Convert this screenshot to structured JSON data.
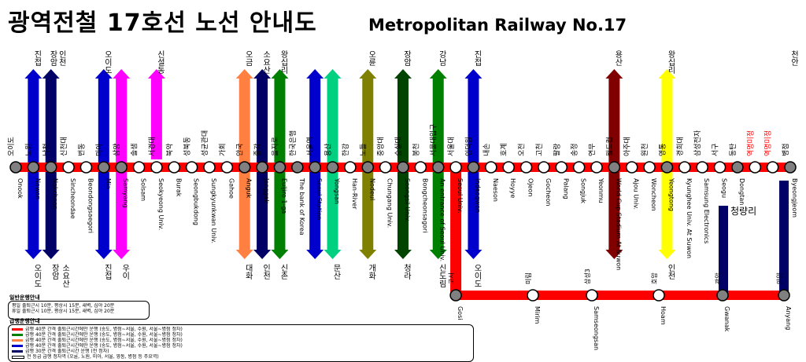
{
  "title": {
    "korean": "광역전철 17호선 노선 안내도",
    "english": "Metropolitan Railway No.17"
  },
  "colors": {
    "main_line": "#ff0000",
    "blue": "#0000cc",
    "navy": "#000066",
    "green": "#008000",
    "dark_green": "#004400",
    "magenta": "#ff00ff",
    "orange": "#ff8040",
    "olive": "#808000",
    "maroon": "#800000",
    "yellow": "#ffff00",
    "mint": "#00d080"
  },
  "top_stations": [
    {
      "ko": "오이도",
      "en": "Onook"
    },
    {
      "ko": "노원",
      "en": "Nowon"
    },
    {
      "ko": "낙천",
      "en": "Nakcheon"
    },
    {
      "ko": "신천대",
      "en": "Sincheondae"
    },
    {
      "ko": "번동",
      "en": "Beondongsaegori"
    },
    {
      "ko": "미아",
      "en": "Mia"
    },
    {
      "ko": "삼양",
      "en": "Samyang"
    },
    {
      "ko": "솔샘",
      "en": "Solsam"
    },
    {
      "ko": "서경대",
      "en": "Seokyeong Univ."
    },
    {
      "ko": "북악",
      "en": "Burak"
    },
    {
      "ko": "성북동",
      "en": "Seongbukdong"
    },
    {
      "ko": "성균관대",
      "en": "Sungkyunkwan Univ."
    },
    {
      "ko": "가회",
      "en": "Gahoe"
    },
    {
      "ko": "안국",
      "en": "Anguk"
    },
    {
      "ko": "종각",
      "en": "Jonggak"
    },
    {
      "ko": "을지로",
      "en": "Euljiro 1-ga"
    },
    {
      "ko": "한국은행",
      "en": "The bank of Korea"
    },
    {
      "ko": "서울역",
      "en": "Seoul Station"
    },
    {
      "ko": "용산",
      "en": "Yongsan"
    },
    {
      "ko": "한강",
      "en": "Han-River"
    },
    {
      "ko": "노들",
      "en": "Nodeul"
    },
    {
      "ko": "중앙대",
      "en": "Chungang Univ."
    },
    {
      "ko": "숭실대",
      "en": "Soongsil Univ."
    },
    {
      "ko": "봉천",
      "en": "Bongcheonsagori"
    },
    {
      "ko": "서울대입구",
      "en": "An entrance of Seoul Univ."
    },
    {
      "ko": "서울대",
      "en": "Seoul Univ."
    },
    {
      "ko": "인덕원",
      "en": "Indeogwon"
    },
    {
      "ko": "내손",
      "en": "Naeson"
    },
    {
      "ko": "호계",
      "en": "Hoyye"
    },
    {
      "ko": "오전",
      "en": "Ojeon"
    },
    {
      "ko": "고천",
      "en": "Gocheon"
    },
    {
      "ko": "팔랑",
      "en": "Palang"
    },
    {
      "ko": "송정",
      "en": "Songjuk"
    },
    {
      "ko": "연무",
      "en": "Yeonmu"
    },
    {
      "ko": "월드컵",
      "en": "World Cup Stadium At Suwon"
    },
    {
      "ko": "아주대",
      "en": "Ajou Univ."
    },
    {
      "ko": "원천",
      "en": "Woncheon"
    },
    {
      "ko": "영통",
      "en": "Yeongtong"
    },
    {
      "ko": "경희대",
      "en": "Kyunghee Univ. At Suwon"
    },
    {
      "ko": "삼성전자",
      "en": "Samsung Electronics"
    },
    {
      "ko": "서구",
      "en": "Seogu"
    },
    {
      "ko": "동탄",
      "en": "Dongtan"
    },
    {
      "ko": "역명미정",
      "en": ""
    },
    {
      "ko": "역명미정",
      "en": ""
    },
    {
      "ko": "병점",
      "en": "Byeongjeom"
    }
  ],
  "branch_stations": [
    {
      "ko": "고시",
      "en": "Gosi"
    },
    {
      "ko": "미림",
      "en": "Mirim"
    },
    {
      "ko": "삼성3",
      "en": "Samseongsan"
    },
    {
      "ko": "호암",
      "en": "Hoam"
    },
    {
      "ko": "관악",
      "en": "Gwanak"
    },
    {
      "ko": "안양",
      "en": "Anyang"
    }
  ],
  "transfer_top_labels": [
    {
      "ko": "진접",
      "sub": ""
    },
    {
      "ko": "장암",
      "sub": ""
    },
    {
      "ko": "인천",
      "sub": ""
    },
    {
      "ko": "오이도",
      "sub": ""
    },
    {
      "ko": "신설동",
      "sub": ""
    },
    {
      "ko": "오금",
      "sub": ""
    },
    {
      "ko": "소요산",
      "sub": ""
    },
    {
      "ko": "왕십리",
      "sub": ""
    },
    {
      "ko": "오륜",
      "sub": ""
    },
    {
      "ko": "장암",
      "sub": ""
    },
    {
      "ko": "강남",
      "sub": ""
    },
    {
      "ko": "진접",
      "sub": ""
    },
    {
      "ko": "용산",
      "sub": ""
    },
    {
      "ko": "왕십리",
      "sub": ""
    },
    {
      "ko": "천안",
      "sub": ""
    }
  ],
  "transfer_bottom_labels": [
    {
      "ko": "오이도"
    },
    {
      "ko": "장암"
    },
    {
      "ko": "소요산"
    },
    {
      "ko": "진접"
    },
    {
      "ko": "우이"
    },
    {
      "ko": "대화"
    },
    {
      "ko": "인천"
    },
    {
      "ko": "신촌"
    },
    {
      "ko": "문산"
    },
    {
      "ko": "개화"
    },
    {
      "ko": "청라"
    },
    {
      "ko": "신도림"
    },
    {
      "ko": "오이도"
    },
    {
      "ko": "인천"
    }
  ],
  "city_label": "청량리",
  "legend_local": {
    "title": "일반운행안내",
    "lines": [
      "평일 출퇴근시 10분, 평상시 15분, 새벽, 심야 20분",
      "휴일 출퇴근시 10분, 평상시 15분, 새벽, 심야 20분"
    ]
  },
  "legend_express": {
    "title": "급행운행안내",
    "lines": [
      "급행 40분 간격 출퇴근시간에만 운행 (송도, 병점~서울, 수원, 서울~병점 정차)",
      "급행 40분 간격 출퇴근시간에만 운행 (송도, 병점~서울, 수원, 서울~병점 정차)",
      "급행 40분 간격 출퇴근시간에만 운행 (송도, 병점~서울, 수원, 서울~병점 정차)",
      "급행 40분 간격 출퇴근시간에만 운행 (송도, 병점~서울, 수원, 서울~병점 정차)",
      "급행 30분 간격 출퇴근시간 운행 (전 정차)",
      "전 등급 급행 정차역 (오륜, 노원, 미아, 서울, 영통, 병점 등 주요역)"
    ]
  }
}
